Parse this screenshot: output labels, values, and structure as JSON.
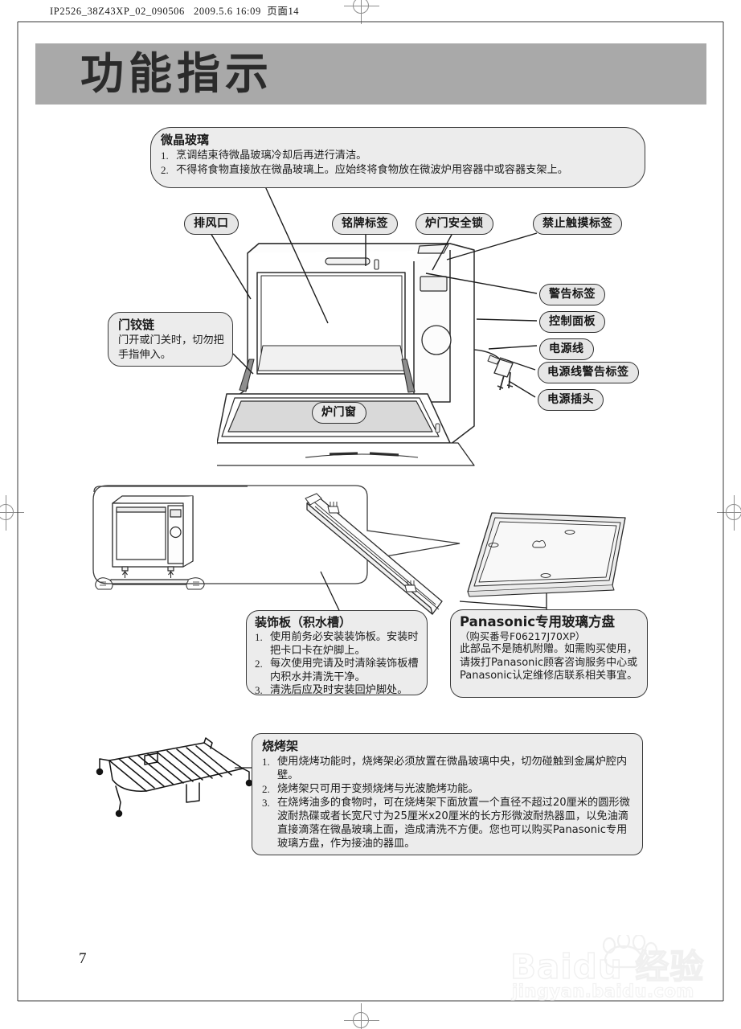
{
  "print_header": "IP2526_38Z43XP_02_090506   2009.5.6 16:09  页面14",
  "page_title": "功能指示",
  "page_number": "7",
  "colors": {
    "title_band": "#a9a9a9",
    "box_fill": "#ececec",
    "pill_fill": "#e6e6e6",
    "outline": "#2e2e2e",
    "glass_fill": "#e0e0e0"
  },
  "boxes": {
    "ceramic_glass": {
      "title": "微晶玻璃",
      "items": [
        {
          "num": "1.",
          "text": "烹调结束待微晶玻璃冷却后再进行清洁。"
        },
        {
          "num": "2.",
          "text": "不得将食物直接放在微晶玻璃上。应始终将食物放在微波炉用容器中或容器支架上。"
        }
      ]
    },
    "door_hinge": {
      "title": "门铰链",
      "body": "门开或门关时，切勿把手指伸入。"
    },
    "trim_panel": {
      "title": "装饰板（积水槽）",
      "items": [
        {
          "num": "1.",
          "text": "使用前务必安装装饰板。安装时把卡口卡在炉脚上。"
        },
        {
          "num": "2.",
          "text": "每次使用完请及时清除装饰板槽内积水并清洗干净。"
        },
        {
          "num": "3.",
          "text": "清洗后应及时安装回炉脚处。"
        }
      ]
    },
    "glass_tray": {
      "title": "Panasonic专用玻璃方盘",
      "subtitle": "（购买番号F06217J70XP）",
      "body": "此部品不是随机附赠。如需购买使用，请拨打Panasonic顾客咨询服务中心或Panasonic认定维修店联系相关事宜。"
    },
    "grill_rack": {
      "title": "烧烤架",
      "items": [
        {
          "num": "1.",
          "text": "使用烧烤功能时，烧烤架必须放置在微晶玻璃中央，切勿碰触到金属炉腔内壁。"
        },
        {
          "num": "2.",
          "text": "烧烤架只可用于变频烧烤与光波脆烤功能。"
        },
        {
          "num": "3.",
          "text": "在烧烤油多的食物时，可在烧烤架下面放置一个直径不超过20厘米的圆形微波耐热碟或者长宽尺寸为25厘米x20厘米的长方形微波耐热器皿，以免油滴直接滴落在微晶玻璃上面，造成清洗不方便。您也可以购买Panasonic专用玻璃方盘，作为接油的器皿。"
        }
      ]
    }
  },
  "labels": {
    "exhaust_vent": "排风口",
    "nameplate": "铭牌标签",
    "door_safety_lock": "炉门安全锁",
    "no_touch_label": "禁止触摸标签",
    "warning_label": "警告标签",
    "control_panel": "控制面板",
    "power_cord": "电源线",
    "power_cord_warning_label": "电源线警告标签",
    "power_plug": "电源插头",
    "door_window": "炉门窗"
  },
  "watermark": {
    "main": "Baidu 经验",
    "sub": "jingyan.baidu.com"
  }
}
